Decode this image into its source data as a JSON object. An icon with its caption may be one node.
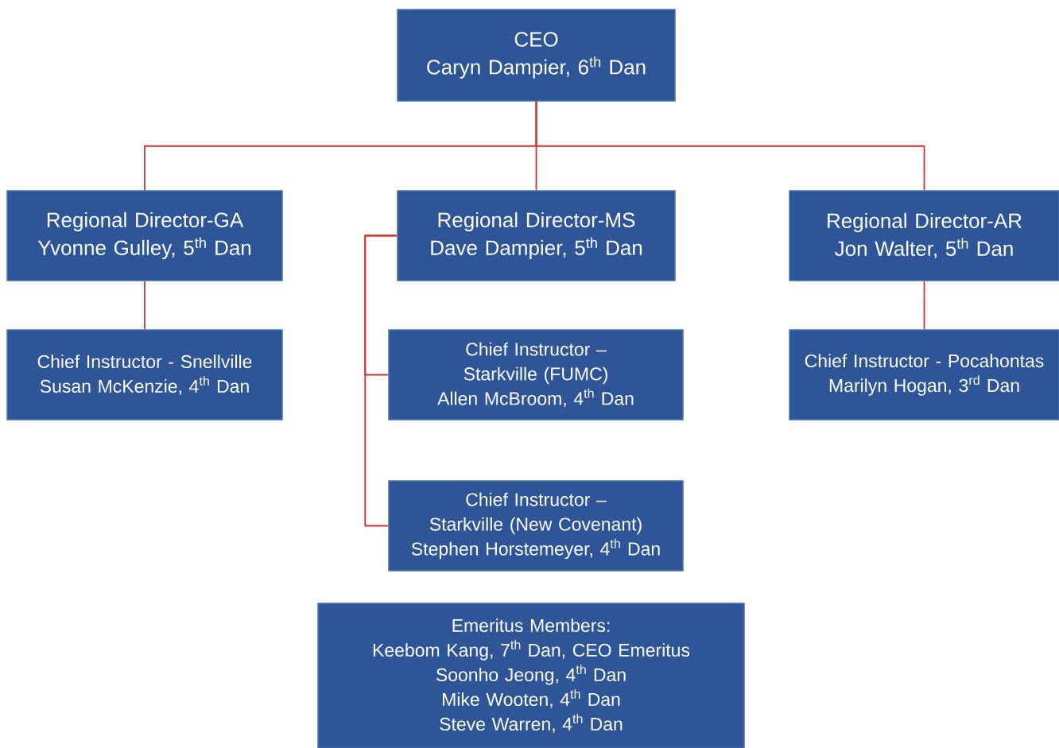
{
  "diagram": {
    "nodes": [
      {
        "text": [
          "CEO",
          "Caryn Dampier, 6$^{th}$ Dan"
        ]
      },
      {
        "text": [
          "Regional Director-GA",
          "Yvonne Gulley, 5$^{th}$ Dan"
        ]
      },
      {
        "text": [
          "Regional Director-MS",
          "Dave Dampier, 5$^{th}$ Dan"
        ]
      },
      {
        "text": [
          "Regional Director-AR",
          "Jon Walter, 5$^{th}$ Dan"
        ]
      },
      {
        "text": [
          "Chief Instructor - Snellville",
          "Susan McKenzie, 4$^{th}$ Dan"
        ]
      },
      {
        "text": [
          "Chief Instructor – Starkville (FUMC)",
          "Allen McBroom, 4$^{th}$ Dan"
        ]
      },
      {
        "text": [
          "Chief Instructor - Pocahontas",
          "Marilyn Hogan, 3$^{rd}$ Dan"
        ]
      },
      {
        "text": [
          "Chief Instructor – Starkville (New Covenant)",
          "Stephen Horstemeyer, 4$^{th}$ Dan"
        ]
      },
      {
        "text": [
          "Emeritus Members:",
          "Keebom Kang, 7$^{th}$ Dan, CEO Emeritus",
          "Soonho Jeong, 4$^{th}$ Dan",
          "Mike Wooten, 4$^{th}$ Dan",
          "Steve Warren, 4$^{th}$ Dan"
        ]
      }
    ],
    "edges": [
      {
        "from": 0,
        "to": 1,
        "arrow": "none"
      },
      {
        "from": 0,
        "to": 2,
        "arrow": "none"
      },
      {
        "from": 0,
        "to": 3,
        "arrow": "none"
      },
      {
        "from": 1,
        "to": 4,
        "arrow": "none"
      },
      {
        "from": 2,
        "to": 5,
        "arrow": "none"
      },
      {
        "from": 2,
        "to": 7,
        "arrow": "none"
      },
      {
        "from": 3,
        "to": 6,
        "arrow": "none"
      }
    ]
  }
}
